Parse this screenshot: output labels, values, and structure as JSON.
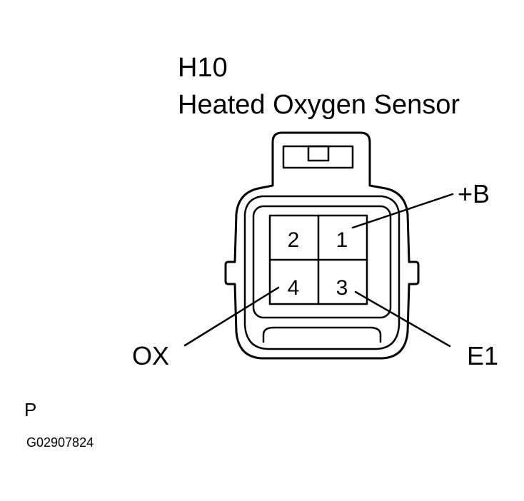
{
  "connector": {
    "code": "H10",
    "name": "Heated Oxygen Sensor"
  },
  "pins": [
    {
      "number": "1",
      "signal": "+B"
    },
    {
      "number": "2",
      "signal": ""
    },
    {
      "number": "3",
      "signal": "E1"
    },
    {
      "number": "4",
      "signal": "OX"
    }
  ],
  "footer": {
    "view_label": "P",
    "figure_id": "G02907824"
  },
  "colors": {
    "ink": "#000000",
    "background": "#ffffff"
  }
}
